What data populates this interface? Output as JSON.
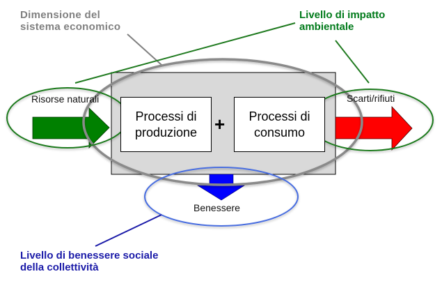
{
  "diagram": {
    "title_labels": {
      "economic_dimension": [
        "Dimensione del",
        "sistema economico"
      ],
      "environmental_impact": [
        "Livello di impatto",
        "ambientale"
      ],
      "social_welfare": [
        "Livello di benessere sociale",
        "della collettività"
      ]
    },
    "inputs": {
      "natural_resources": "Risorse naturali"
    },
    "outputs": {
      "waste": "Scarti/rifiuti",
      "welfare": "Benessere"
    },
    "processes": {
      "production": [
        "Processi di",
        "produzione"
      ],
      "consumption": [
        "Processi di",
        "consumo"
      ],
      "operator": "+"
    },
    "colors": {
      "economic": "#808080",
      "environment": "#1f7a1f",
      "social": "#1a1aa8",
      "input_arrow": "#008000",
      "output_arrow": "#ff0000",
      "welfare_arrow": "#0000ff",
      "system_box": "#d9d9d9",
      "welfare_ellipse": "#4a6ee0"
    }
  }
}
